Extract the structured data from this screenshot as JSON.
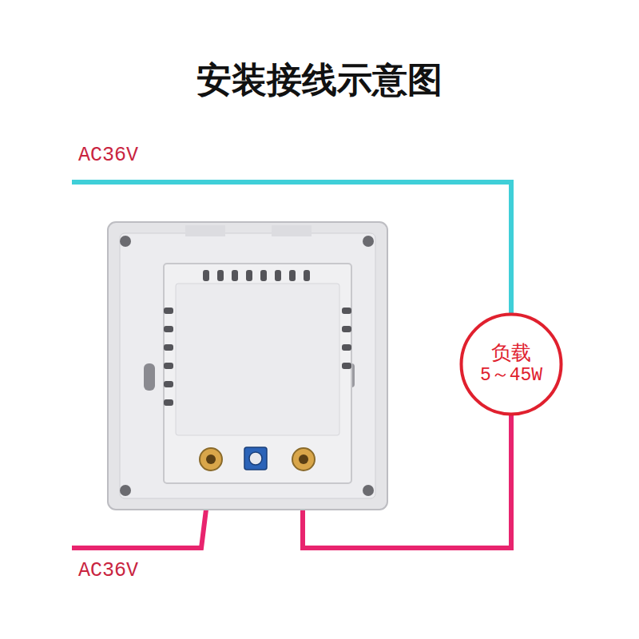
{
  "diagram": {
    "title": "安装接线示意图",
    "nodes": [
      {
        "text": [
          "负载",
          "5～45W"
        ]
      }
    ],
    "labels": [
      "AC36V",
      "AC36V"
    ]
  }
}
